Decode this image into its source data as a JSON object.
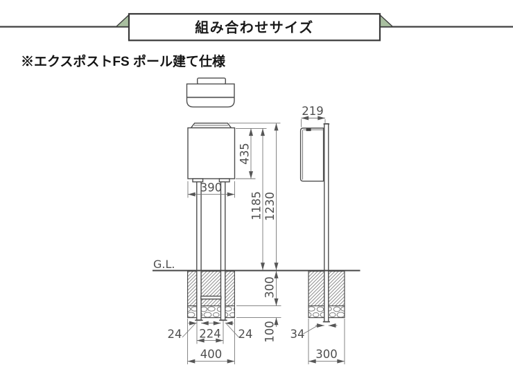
{
  "banner": {
    "title": "組み合わせサイズ",
    "accent_color": "#a9bfa0"
  },
  "subtitle": "※エクスポストFS ポール建て仕様",
  "drawing": {
    "ground_label": "G.L.",
    "line_color": "#4d4d4d",
    "front_view": {
      "dims": {
        "box_height": "435",
        "box_width": "390",
        "body_top_to_gl": "1185",
        "pole_top_to_gl": "1230",
        "embed_depth": "300",
        "gravel_depth": "100",
        "leg_width_left": "24",
        "leg_spacing": "224",
        "leg_width_right": "24",
        "footing_width": "400"
      }
    },
    "side_view": {
      "dims": {
        "total_depth": "219",
        "pole_width": "34",
        "footing_width": "300"
      }
    }
  }
}
